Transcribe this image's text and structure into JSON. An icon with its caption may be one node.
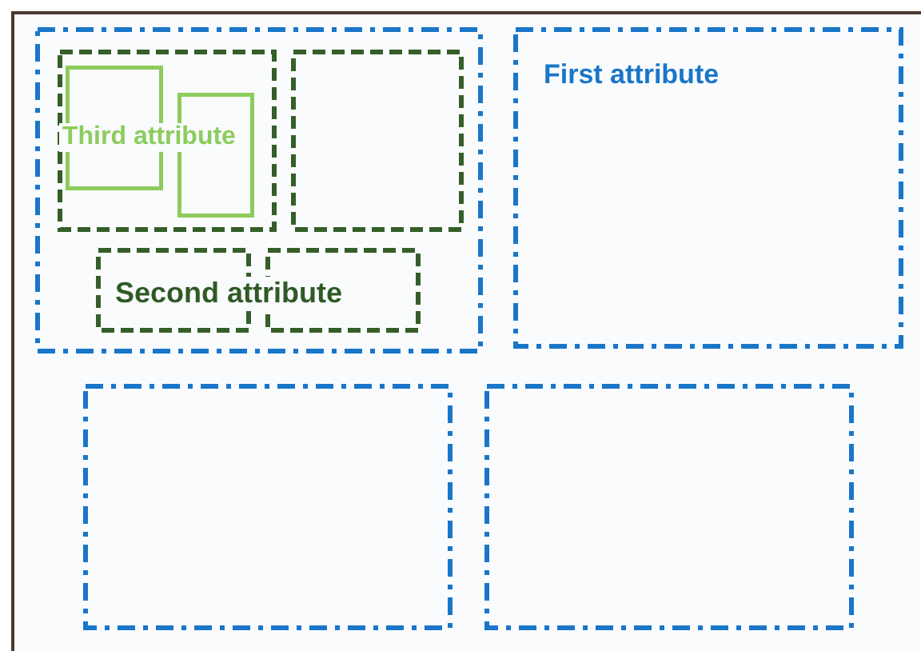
{
  "diagram": {
    "nodes": [
      {
        "text": [],
        "shape": "box"
      },
      {
        "text": [],
        "shape": "box",
        "in": 0
      },
      {
        "text": [],
        "shape": "box",
        "in": 1
      },
      {
        "text": [],
        "shape": "box",
        "in": 1
      },
      {
        "text": [],
        "shape": "box",
        "in": 0
      },
      {
        "text": [],
        "shape": "box",
        "in": 0
      },
      {
        "text": [],
        "shape": "box",
        "in": 0
      },
      {
        "text": [
          "First attribute"
        ]
      },
      {
        "text": [],
        "shape": "box"
      },
      {
        "text": [],
        "shape": "box"
      }
    ],
    "edges": [],
    "labels": [
      "Third attribute",
      "Second attribute"
    ]
  }
}
